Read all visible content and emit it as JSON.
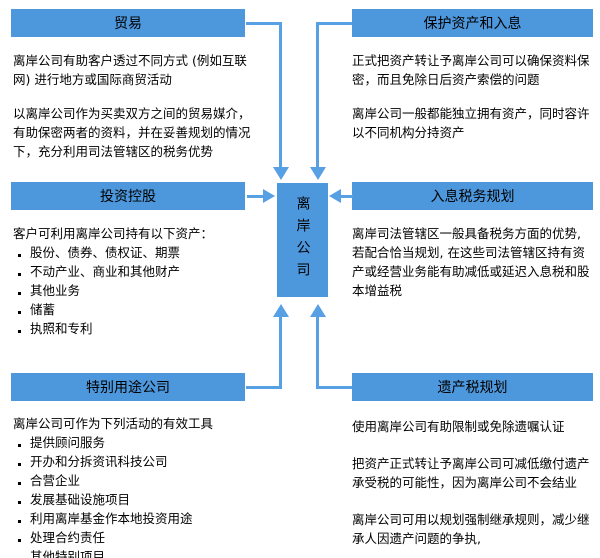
{
  "center_box": {
    "label": "离岸公司"
  },
  "sections": {
    "trade": {
      "title": "贸易",
      "paragraphs": [
        "离岸公司有助客户透过不同方式 (例如互联网) 进行地方或国际商贸活动",
        "以离岸公司作为买卖双方之间的贸易媒介，有助保密两者的资料，并在妥善规划的情况下，充分利用司法管辖区的税务优势"
      ]
    },
    "protect_assets": {
      "title": "保护资产和入息",
      "paragraphs": [
        "正式把资产转让予离岸公司可以确保资料保密，而且免除日后资产索偿的问题",
        "离岸公司一般都能独立拥有资产，同时容许以不同机构分持资产"
      ]
    },
    "investment_holding": {
      "title": "投资控股",
      "intro": "客户可利用离岸公司持有以下资产：",
      "bullets": [
        "股份、债券、债权证、期票",
        "不动产业、商业和其他财产",
        "其他业务",
        "储蓄",
        "执照和专利"
      ]
    },
    "income_tax": {
      "title": "入息税务规划",
      "paragraphs": [
        "离岸司法管辖区一般具备税务方面的优势, 若配合恰当规划, 在这些司法管辖区持有资产或经营业务能有助减低或延迟入息税和股本增益税"
      ]
    },
    "special_purpose": {
      "title": "特别用途公司",
      "intro": "离岸公司可作为下列活动的有效工具",
      "bullets": [
        "提供顾问服务",
        "开办和分拆资讯科技公司",
        "合营企业",
        "发展基础设施项目",
        "利用离岸基金作本地投资用途",
        "处理合约责任",
        "其他特别项目"
      ]
    },
    "estate_tax": {
      "title": "遗产税规划",
      "paragraphs": [
        "使用离岸公司有助限制或免除遗嘱认证",
        "把资产正式转让予离岸公司可减低缴付遗产承受税的可能性，因为离岸公司不会结业",
        "离岸公司可用以规划强制继承规则，减少继承人因遗产问题的争执,"
      ]
    }
  },
  "colors": {
    "box_blue": "#4d97dd",
    "arrow_blue": "#58a0e4",
    "text": "#000000"
  }
}
